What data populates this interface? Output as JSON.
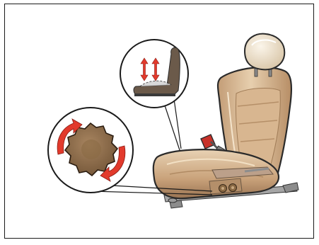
{
  "figure": {
    "kind": "seat-adjustment-illustration",
    "colors": {
      "frame": "#1a1a1a",
      "seat_light": "#e3c9a6",
      "seat_mid": "#c9a27a",
      "seat_dark": "#9a7453",
      "headrest": "#f0e4d1",
      "rail": "#8c8c8c",
      "knob_brown": "#8b6a45",
      "arrow_red": "#e23a2c",
      "buckle_red": "#c8322a",
      "callout_outline": "#1a1a1a"
    },
    "callouts": [
      {
        "id": "height-callout",
        "icon": "up-down-arrows-icon"
      },
      {
        "id": "knob-callout",
        "icon": "rotate-arrows-icon"
      }
    ]
  }
}
